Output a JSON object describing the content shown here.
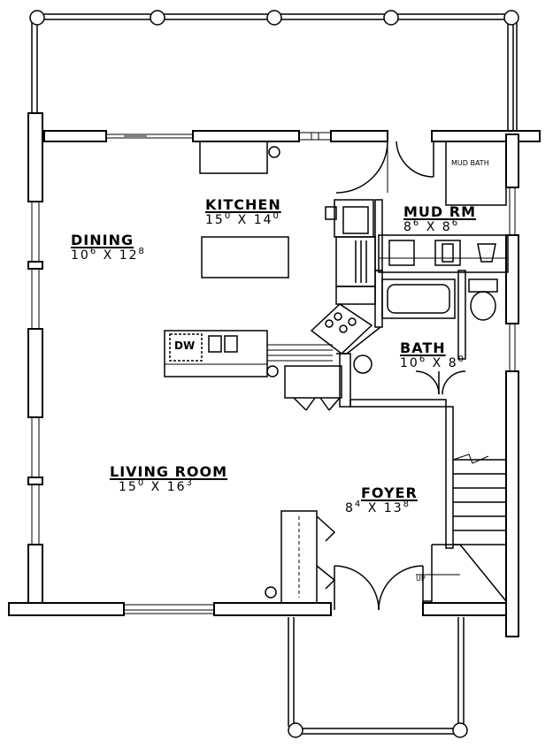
{
  "rooms": {
    "kitchen": {
      "name": "KITCHEN",
      "w": "15",
      "w_sup": "0",
      "x": "X",
      "h": "14",
      "h_sup": "0"
    },
    "dining": {
      "name": "DINING",
      "w": "10",
      "w_sup": "6",
      "x": "X",
      "h": "12",
      "h_sup": "8"
    },
    "mud_room": {
      "name": "MUD RM",
      "w": "8",
      "w_sup": "6",
      "x": "X",
      "h": "8",
      "h_sup": "6"
    },
    "bath": {
      "name": "BATH",
      "w": "10",
      "w_sup": "6",
      "x": "X",
      "h": "8",
      "h_sup": "0"
    },
    "living_room": {
      "name": "LIVING ROOM",
      "w": "15",
      "w_sup": "0",
      "x": "X",
      "h": "16",
      "h_sup": "3"
    },
    "foyer": {
      "name": "FOYER",
      "w": "8",
      "w_sup": "4",
      "x": "X",
      "h": "13",
      "h_sup": "8"
    }
  },
  "labels": {
    "mud_bath": "MUD BATH",
    "dishwasher": "DW",
    "stair_up": "UP"
  }
}
